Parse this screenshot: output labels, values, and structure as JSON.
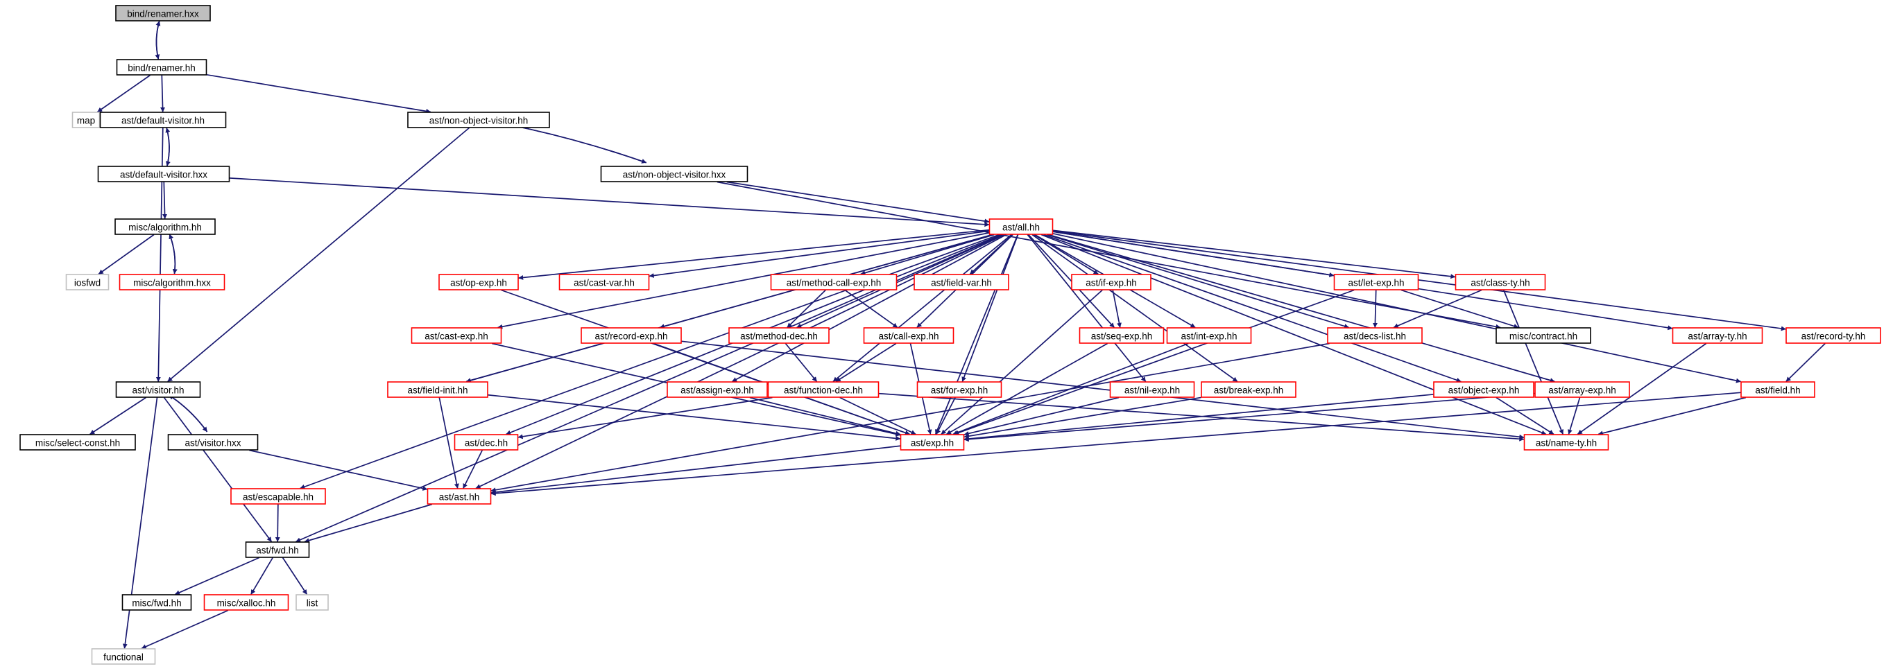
{
  "colors": {
    "edge": "#191970",
    "border_project": "#000000",
    "border_missing": "#ff0000",
    "border_external": "#bfbfbf",
    "fill_root": "#bfbfbf",
    "fill_default": "#ffffff"
  },
  "nodes": [
    {
      "id": "n_bind_renamer_hxx",
      "label": "bind/renamer.hxx",
      "kind": "root"
    },
    {
      "id": "n_bind_renamer_hh",
      "label": "bind/renamer.hh",
      "kind": "project"
    },
    {
      "id": "n_map",
      "label": "map",
      "kind": "external"
    },
    {
      "id": "n_default_visitor_hh",
      "label": "ast/default-visitor.hh",
      "kind": "project"
    },
    {
      "id": "n_non_object_visitor_hh",
      "label": "ast/non-object-visitor.hh",
      "kind": "project"
    },
    {
      "id": "n_default_visitor_hxx",
      "label": "ast/default-visitor.hxx",
      "kind": "project"
    },
    {
      "id": "n_non_object_visitor_hxx",
      "label": "ast/non-object-visitor.hxx",
      "kind": "project"
    },
    {
      "id": "n_algorithm_hh",
      "label": "misc/algorithm.hh",
      "kind": "project"
    },
    {
      "id": "n_all_hh",
      "label": "ast/all.hh",
      "kind": "missing"
    },
    {
      "id": "n_iosfwd",
      "label": "iosfwd",
      "kind": "external"
    },
    {
      "id": "n_algorithm_hxx",
      "label": "misc/algorithm.hxx",
      "kind": "missing"
    },
    {
      "id": "n_op_exp",
      "label": "ast/op-exp.hh",
      "kind": "missing"
    },
    {
      "id": "n_cast_var",
      "label": "ast/cast-var.hh",
      "kind": "missing"
    },
    {
      "id": "n_method_call_exp",
      "label": "ast/method-call-exp.hh",
      "kind": "missing"
    },
    {
      "id": "n_field_var",
      "label": "ast/field-var.hh",
      "kind": "missing"
    },
    {
      "id": "n_if_exp",
      "label": "ast/if-exp.hh",
      "kind": "missing"
    },
    {
      "id": "n_let_exp",
      "label": "ast/let-exp.hh",
      "kind": "missing"
    },
    {
      "id": "n_class_ty",
      "label": "ast/class-ty.hh",
      "kind": "missing"
    },
    {
      "id": "n_cast_exp",
      "label": "ast/cast-exp.hh",
      "kind": "missing"
    },
    {
      "id": "n_record_exp",
      "label": "ast/record-exp.hh",
      "kind": "missing"
    },
    {
      "id": "n_method_dec",
      "label": "ast/method-dec.hh",
      "kind": "missing"
    },
    {
      "id": "n_call_exp",
      "label": "ast/call-exp.hh",
      "kind": "missing"
    },
    {
      "id": "n_seq_exp",
      "label": "ast/seq-exp.hh",
      "kind": "missing"
    },
    {
      "id": "n_int_exp",
      "label": "ast/int-exp.hh",
      "kind": "missing"
    },
    {
      "id": "n_decs_list",
      "label": "ast/decs-list.hh",
      "kind": "missing"
    },
    {
      "id": "n_contract",
      "label": "misc/contract.hh",
      "kind": "project"
    },
    {
      "id": "n_array_ty",
      "label": "ast/array-ty.hh",
      "kind": "missing"
    },
    {
      "id": "n_record_ty",
      "label": "ast/record-ty.hh",
      "kind": "missing"
    },
    {
      "id": "n_visitor_hh",
      "label": "ast/visitor.hh",
      "kind": "project"
    },
    {
      "id": "n_field_init",
      "label": "ast/field-init.hh",
      "kind": "missing"
    },
    {
      "id": "n_assign_exp",
      "label": "ast/assign-exp.hh",
      "kind": "missing"
    },
    {
      "id": "n_function_dec",
      "label": "ast/function-dec.hh",
      "kind": "missing"
    },
    {
      "id": "n_for_exp",
      "label": "ast/for-exp.hh",
      "kind": "missing"
    },
    {
      "id": "n_nil_exp",
      "label": "ast/nil-exp.hh",
      "kind": "missing"
    },
    {
      "id": "n_break_exp",
      "label": "ast/break-exp.hh",
      "kind": "missing"
    },
    {
      "id": "n_object_exp",
      "label": "ast/object-exp.hh",
      "kind": "missing"
    },
    {
      "id": "n_array_exp",
      "label": "ast/array-exp.hh",
      "kind": "missing"
    },
    {
      "id": "n_field",
      "label": "ast/field.hh",
      "kind": "missing"
    },
    {
      "id": "n_select_const",
      "label": "misc/select-const.hh",
      "kind": "project"
    },
    {
      "id": "n_visitor_hxx",
      "label": "ast/visitor.hxx",
      "kind": "project"
    },
    {
      "id": "n_dec",
      "label": "ast/dec.hh",
      "kind": "missing"
    },
    {
      "id": "n_exp",
      "label": "ast/exp.hh",
      "kind": "missing"
    },
    {
      "id": "n_name_ty",
      "label": "ast/name-ty.hh",
      "kind": "missing"
    },
    {
      "id": "n_escapable",
      "label": "ast/escapable.hh",
      "kind": "missing"
    },
    {
      "id": "n_ast",
      "label": "ast/ast.hh",
      "kind": "missing"
    },
    {
      "id": "n_fwd",
      "label": "ast/fwd.hh",
      "kind": "project"
    },
    {
      "id": "n_misc_fwd",
      "label": "misc/fwd.hh",
      "kind": "project"
    },
    {
      "id": "n_xalloc",
      "label": "misc/xalloc.hh",
      "kind": "missing"
    },
    {
      "id": "n_list",
      "label": "list",
      "kind": "external"
    },
    {
      "id": "n_functional",
      "label": "functional",
      "kind": "external"
    }
  ],
  "edges": [
    [
      "n_bind_renamer_hxx",
      "n_bind_renamer_hh"
    ],
    [
      "n_bind_renamer_hh",
      "n_bind_renamer_hxx"
    ],
    [
      "n_bind_renamer_hh",
      "n_map"
    ],
    [
      "n_bind_renamer_hh",
      "n_default_visitor_hh"
    ],
    [
      "n_bind_renamer_hh",
      "n_non_object_visitor_hh"
    ],
    [
      "n_default_visitor_hh",
      "n_default_visitor_hxx"
    ],
    [
      "n_default_visitor_hxx",
      "n_default_visitor_hh"
    ],
    [
      "n_default_visitor_hh",
      "n_visitor_hh"
    ],
    [
      "n_non_object_visitor_hh",
      "n_visitor_hh"
    ],
    [
      "n_non_object_visitor_hh",
      "n_non_object_visitor_hxx"
    ],
    [
      "n_non_object_visitor_hxx",
      "n_non_object_visitor_hh"
    ],
    [
      "n_non_object_visitor_hxx",
      "n_all_hh"
    ],
    [
      "n_non_object_visitor_hxx",
      "n_contract"
    ],
    [
      "n_default_visitor_hxx",
      "n_algorithm_hh"
    ],
    [
      "n_default_visitor_hxx",
      "n_all_hh"
    ],
    [
      "n_algorithm_hh",
      "n_iosfwd"
    ],
    [
      "n_algorithm_hh",
      "n_algorithm_hxx"
    ],
    [
      "n_algorithm_hxx",
      "n_algorithm_hh"
    ],
    [
      "n_all_hh",
      "n_op_exp"
    ],
    [
      "n_all_hh",
      "n_cast_var"
    ],
    [
      "n_all_hh",
      "n_method_call_exp"
    ],
    [
      "n_all_hh",
      "n_field_var"
    ],
    [
      "n_all_hh",
      "n_if_exp"
    ],
    [
      "n_all_hh",
      "n_let_exp"
    ],
    [
      "n_all_hh",
      "n_class_ty"
    ],
    [
      "n_all_hh",
      "n_cast_exp"
    ],
    [
      "n_all_hh",
      "n_record_exp"
    ],
    [
      "n_all_hh",
      "n_method_dec"
    ],
    [
      "n_all_hh",
      "n_call_exp"
    ],
    [
      "n_all_hh",
      "n_seq_exp"
    ],
    [
      "n_all_hh",
      "n_int_exp"
    ],
    [
      "n_all_hh",
      "n_decs_list"
    ],
    [
      "n_all_hh",
      "n_array_ty"
    ],
    [
      "n_all_hh",
      "n_record_ty"
    ],
    [
      "n_all_hh",
      "n_field_init"
    ],
    [
      "n_all_hh",
      "n_assign_exp"
    ],
    [
      "n_all_hh",
      "n_function_dec"
    ],
    [
      "n_all_hh",
      "n_for_exp"
    ],
    [
      "n_all_hh",
      "n_nil_exp"
    ],
    [
      "n_all_hh",
      "n_break_exp"
    ],
    [
      "n_all_hh",
      "n_object_exp"
    ],
    [
      "n_all_hh",
      "n_array_exp"
    ],
    [
      "n_all_hh",
      "n_field"
    ],
    [
      "n_all_hh",
      "n_dec"
    ],
    [
      "n_all_hh",
      "n_exp"
    ],
    [
      "n_all_hh",
      "n_name_ty"
    ],
    [
      "n_all_hh",
      "n_escapable"
    ],
    [
      "n_all_hh",
      "n_ast"
    ],
    [
      "n_all_hh",
      "n_fwd"
    ],
    [
      "n_method_call_exp",
      "n_method_dec"
    ],
    [
      "n_method_call_exp",
      "n_call_exp"
    ],
    [
      "n_if_exp",
      "n_seq_exp"
    ],
    [
      "n_if_exp",
      "n_exp"
    ],
    [
      "n_let_exp",
      "n_decs_list"
    ],
    [
      "n_let_exp",
      "n_contract"
    ],
    [
      "n_let_exp",
      "n_exp"
    ],
    [
      "n_class_ty",
      "n_decs_list"
    ],
    [
      "n_class_ty",
      "n_name_ty"
    ],
    [
      "n_op_exp",
      "n_exp"
    ],
    [
      "n_cast_exp",
      "n_exp"
    ],
    [
      "n_record_exp",
      "n_field_init"
    ],
    [
      "n_record_exp",
      "n_exp"
    ],
    [
      "n_record_exp",
      "n_name_ty"
    ],
    [
      "n_method_dec",
      "n_function_dec"
    ],
    [
      "n_call_exp",
      "n_function_dec"
    ],
    [
      "n_call_exp",
      "n_exp"
    ],
    [
      "n_seq_exp",
      "n_exp"
    ],
    [
      "n_int_exp",
      "n_exp"
    ],
    [
      "n_decs_list",
      "n_ast"
    ],
    [
      "n_array_ty",
      "n_name_ty"
    ],
    [
      "n_record_ty",
      "n_field"
    ],
    [
      "n_visitor_hh",
      "n_select_const"
    ],
    [
      "n_visitor_hh",
      "n_visitor_hxx"
    ],
    [
      "n_visitor_hxx",
      "n_visitor_hh"
    ],
    [
      "n_visitor_hh",
      "n_fwd"
    ],
    [
      "n_visitor_hh",
      "n_functional"
    ],
    [
      "n_visitor_hxx",
      "n_ast"
    ],
    [
      "n_field_init",
      "n_exp"
    ],
    [
      "n_field_init",
      "n_ast"
    ],
    [
      "n_assign_exp",
      "n_exp"
    ],
    [
      "n_function_dec",
      "n_dec"
    ],
    [
      "n_function_dec",
      "n_exp"
    ],
    [
      "n_function_dec",
      "n_name_ty"
    ],
    [
      "n_for_exp",
      "n_exp"
    ],
    [
      "n_nil_exp",
      "n_exp"
    ],
    [
      "n_break_exp",
      "n_exp"
    ],
    [
      "n_object_exp",
      "n_exp"
    ],
    [
      "n_object_exp",
      "n_name_ty"
    ],
    [
      "n_array_exp",
      "n_exp"
    ],
    [
      "n_array_exp",
      "n_name_ty"
    ],
    [
      "n_field",
      "n_name_ty"
    ],
    [
      "n_field",
      "n_ast"
    ],
    [
      "n_dec",
      "n_ast"
    ],
    [
      "n_exp",
      "n_ast"
    ],
    [
      "n_escapable",
      "n_fwd"
    ],
    [
      "n_ast",
      "n_fwd"
    ],
    [
      "n_fwd",
      "n_misc_fwd"
    ],
    [
      "n_fwd",
      "n_xalloc"
    ],
    [
      "n_fwd",
      "n_list"
    ],
    [
      "n_xalloc",
      "n_functional"
    ]
  ]
}
